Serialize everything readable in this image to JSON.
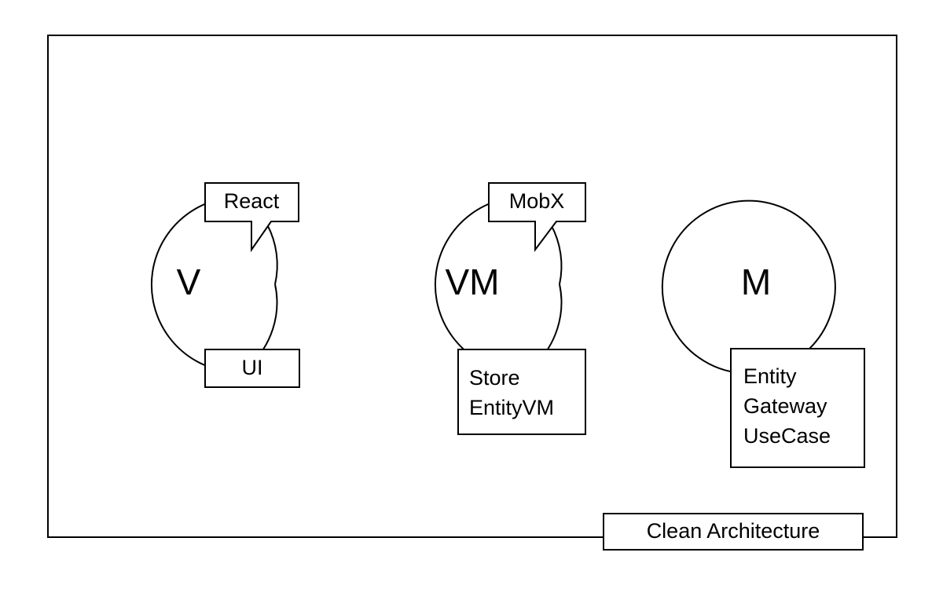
{
  "diagram": {
    "title": "Clean Architecture",
    "caption": {
      "text": "Clean Architecture",
      "name": "clean-architecture-caption"
    },
    "outer_frame": {
      "name": "architecture-boundary",
      "stroke": "#000000",
      "fill": "#ffffff"
    },
    "groups": [
      {
        "id": "view",
        "circle_letter": "V",
        "callout": {
          "label": "React",
          "present": true
        },
        "component_box": {
          "lines": [
            "UI"
          ],
          "align": "center"
        }
      },
      {
        "id": "view-model",
        "circle_letter": "VM",
        "callout": {
          "label": "MobX",
          "present": true
        },
        "component_box": {
          "lines": [
            "Store",
            "EntityVM"
          ],
          "align": "left"
        }
      },
      {
        "id": "model",
        "circle_letter": "M",
        "callout": {
          "label": "",
          "present": false
        },
        "component_box": {
          "lines": [
            "Entity",
            "Gateway",
            "UseCase"
          ],
          "align": "left"
        }
      }
    ],
    "colors": {
      "stroke": "#000000",
      "fill": "#ffffff",
      "background": "#ffffff",
      "text": "#000000"
    }
  }
}
